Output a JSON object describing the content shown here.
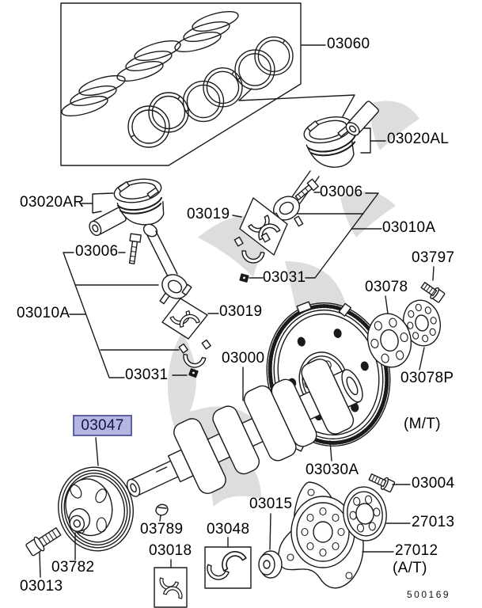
{
  "page": {
    "kind": "parts-diagram",
    "background": "#ffffff"
  },
  "colors": {
    "line": "#1a1a1a",
    "highlight_fill": "#b5b5e2",
    "highlight_border": "#5f5fa8",
    "highlight_text": "#14143f",
    "watermark": "#c8c8cc"
  },
  "highlighted_part": "03047",
  "diagram_code": "500169",
  "labels": {
    "l03060": "03060",
    "l03020AL": "03020AL",
    "l03020AR": "03020AR",
    "l03019_top": "03019",
    "l03006_right": "03006",
    "l03010A_right": "03010A",
    "l03006_left": "03006",
    "l03797": "03797",
    "l03031_right": "03031",
    "l03078": "03078",
    "l03019_mid": "03019",
    "l03010A_left": "03010A",
    "l03000": "03000",
    "l03031_left": "03031",
    "l03078P": "03078P",
    "l_mt": "(M/T)",
    "l03030A": "03030A",
    "l03004": "03004",
    "l03015": "03015",
    "l27013": "27013",
    "l03789": "03789",
    "l03048": "03048",
    "l03018": "03018",
    "l27012": "27012",
    "l_at": "(A/T)",
    "l03782": "03782",
    "l03013": "03013",
    "l03047": "03047"
  }
}
